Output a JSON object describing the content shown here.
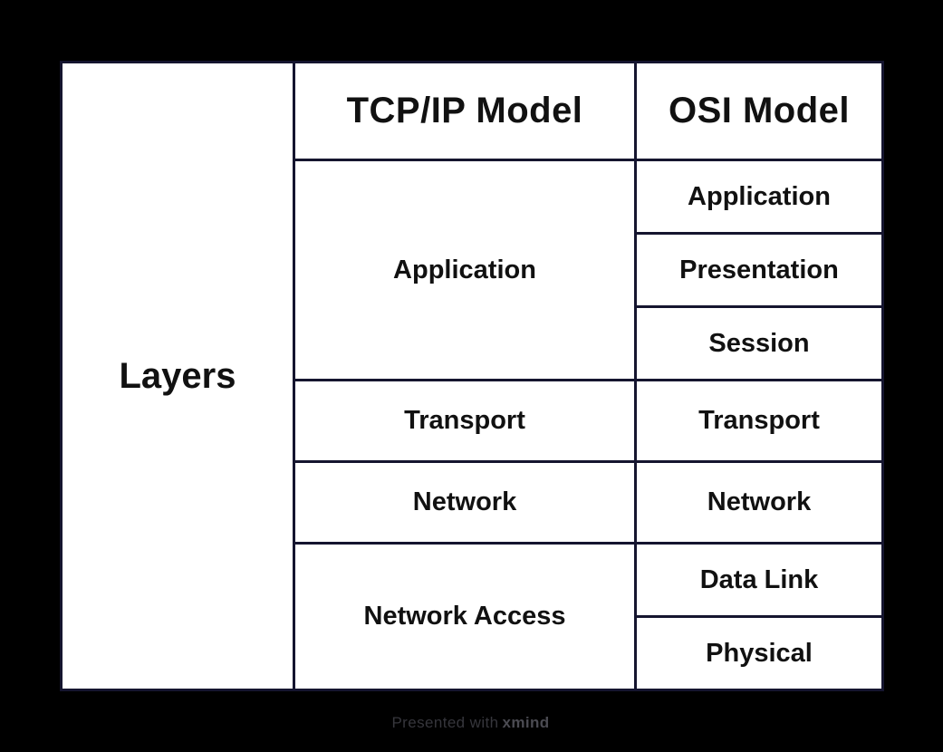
{
  "colors": {
    "page_background": "#000000",
    "cell_background": "#ffffff",
    "grid_border": "#15152f",
    "cell_text": "#111111",
    "footer_text": "#36363c",
    "footer_brand_text": "#4b4b52"
  },
  "table": {
    "corner_label": "Layers",
    "headers": {
      "tcpip": "TCP/IP Model",
      "osi": "OSI Model"
    },
    "tcpip": {
      "application": "Application",
      "transport": "Transport",
      "network": "Network",
      "network_access": "Network Access"
    },
    "osi": {
      "application": "Application",
      "presentation": "Presentation",
      "session": "Session",
      "transport": "Transport",
      "network": "Network",
      "data_link": "Data Link",
      "physical": "Physical"
    }
  },
  "footer": {
    "prefix": "Presented with",
    "brand": "xmind"
  }
}
